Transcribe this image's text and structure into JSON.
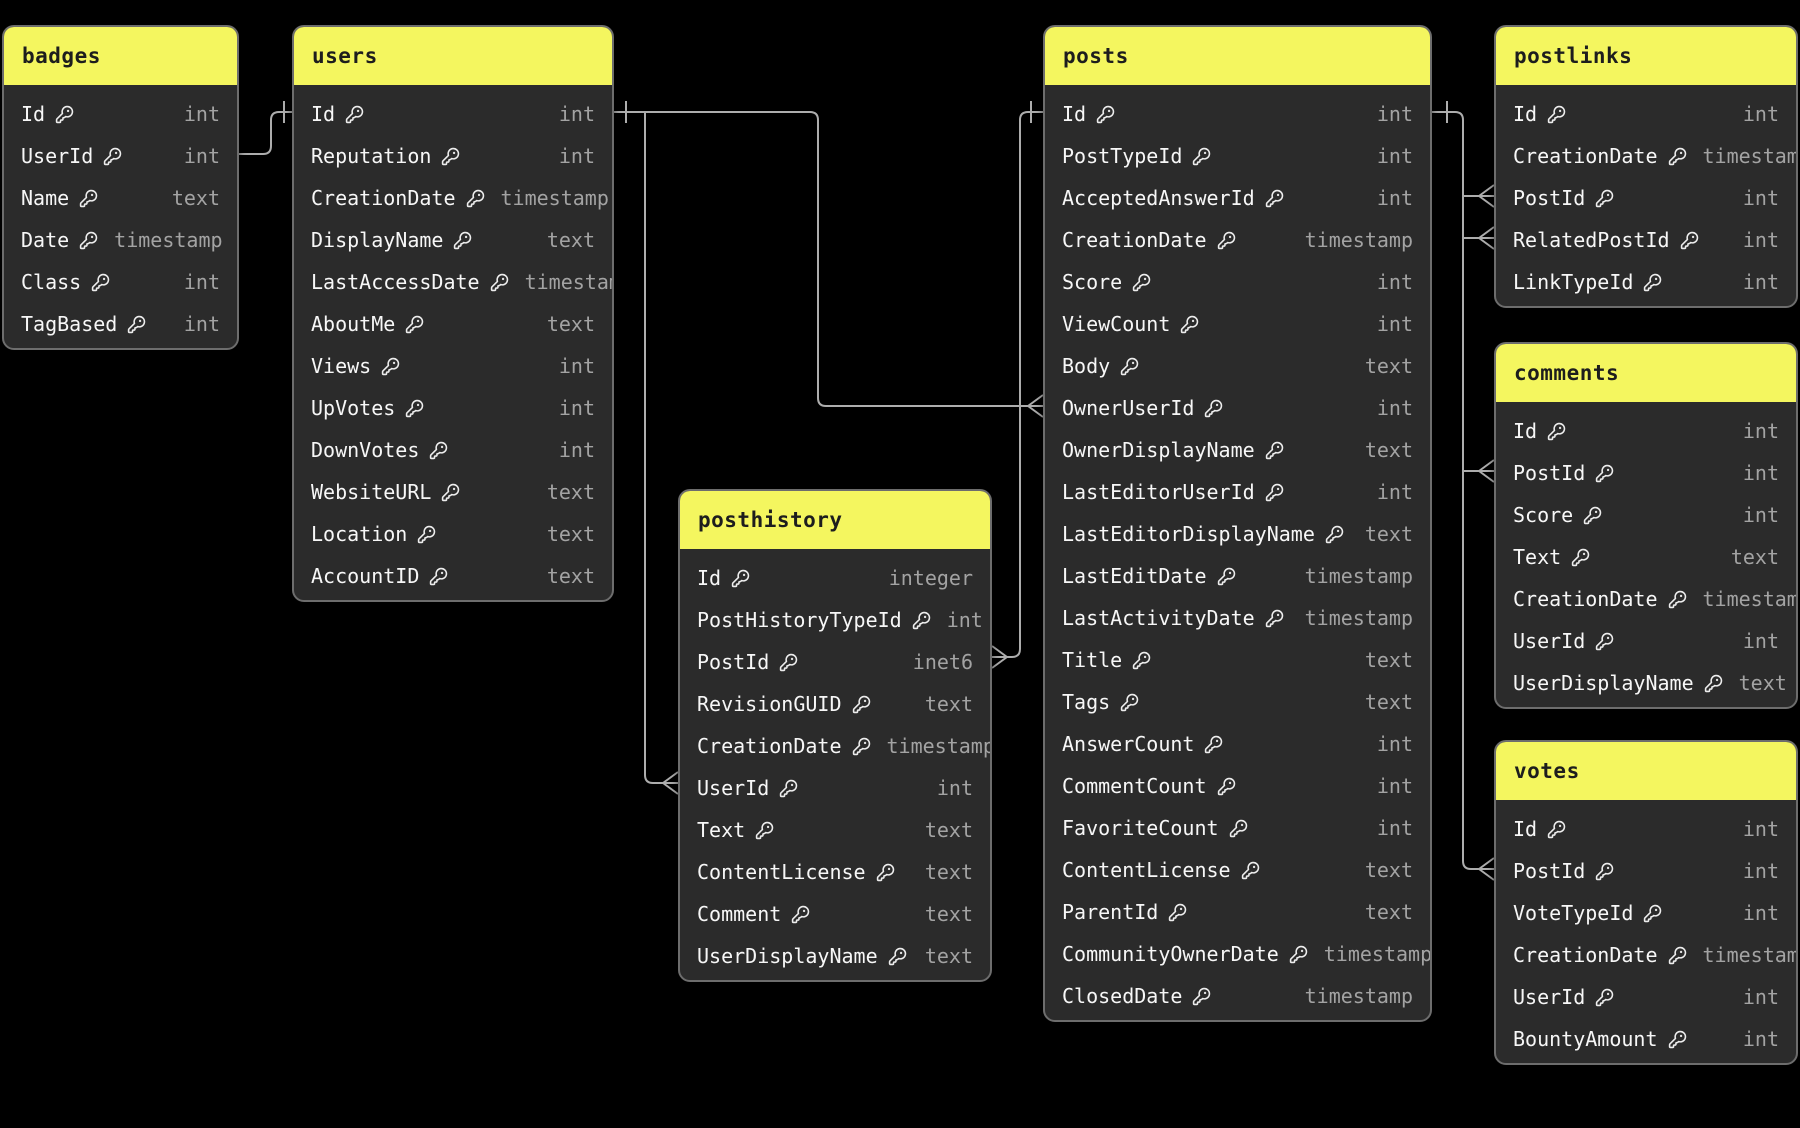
{
  "diagram": {
    "background_color": "#000000",
    "table_header_color": "#F4F65F",
    "table_body_color": "#2B2B2B",
    "table_border_color": "#6D6D6D",
    "field_name_color": "#F7F7F7",
    "field_type_color": "#A3A3A3",
    "relationship_line_color": "#ADADAD",
    "tables": [
      {
        "name": "badges",
        "fields": [
          {
            "name": "Id",
            "type": "int",
            "key": true
          },
          {
            "name": "UserId",
            "type": "int",
            "key": false
          },
          {
            "name": "Name",
            "type": "text",
            "key": false
          },
          {
            "name": "Date",
            "type": "timestamp",
            "key": false
          },
          {
            "name": "Class",
            "type": "int",
            "key": false
          },
          {
            "name": "TagBased",
            "type": "int",
            "key": false
          }
        ]
      },
      {
        "name": "users",
        "fields": [
          {
            "name": "Id",
            "type": "int",
            "key": true
          },
          {
            "name": "Reputation",
            "type": "int",
            "key": false
          },
          {
            "name": "CreationDate",
            "type": "timestamp",
            "key": false
          },
          {
            "name": "DisplayName",
            "type": "text",
            "key": false
          },
          {
            "name": "LastAccessDate",
            "type": "timestamp",
            "key": false
          },
          {
            "name": "AboutMe",
            "type": "text",
            "key": false
          },
          {
            "name": "Views",
            "type": "int",
            "key": false
          },
          {
            "name": "UpVotes",
            "type": "int",
            "key": false
          },
          {
            "name": "DownVotes",
            "type": "int",
            "key": false
          },
          {
            "name": "WebsiteURL",
            "type": "text",
            "key": false
          },
          {
            "name": "Location",
            "type": "text",
            "key": false
          },
          {
            "name": "AccountID",
            "type": "text",
            "key": false
          }
        ]
      },
      {
        "name": "posthistory",
        "fields": [
          {
            "name": "Id",
            "type": "integer",
            "key": true
          },
          {
            "name": "PostHistoryTypeId",
            "type": "int",
            "key": false
          },
          {
            "name": "PostId",
            "type": "inet6",
            "key": false
          },
          {
            "name": "RevisionGUID",
            "type": "text",
            "key": false
          },
          {
            "name": "CreationDate",
            "type": "timestamp",
            "key": false
          },
          {
            "name": "UserId",
            "type": "int",
            "key": false
          },
          {
            "name": "Text",
            "type": "text",
            "key": false
          },
          {
            "name": "ContentLicense",
            "type": "text",
            "key": false
          },
          {
            "name": "Comment",
            "type": "text",
            "key": false
          },
          {
            "name": "UserDisplayName",
            "type": "text",
            "key": false
          }
        ]
      },
      {
        "name": "posts",
        "fields": [
          {
            "name": "Id",
            "type": "int",
            "key": true
          },
          {
            "name": "PostTypeId",
            "type": "int",
            "key": false
          },
          {
            "name": "AcceptedAnswerId",
            "type": "int",
            "key": false
          },
          {
            "name": "CreationDate",
            "type": "timestamp",
            "key": false
          },
          {
            "name": "Score",
            "type": "int",
            "key": false
          },
          {
            "name": "ViewCount",
            "type": "int",
            "key": false
          },
          {
            "name": "Body",
            "type": "text",
            "key": false
          },
          {
            "name": "OwnerUserId",
            "type": "int",
            "key": false
          },
          {
            "name": "OwnerDisplayName",
            "type": "text",
            "key": false
          },
          {
            "name": "LastEditorUserId",
            "type": "int",
            "key": false
          },
          {
            "name": "LastEditorDisplayName",
            "type": "text",
            "key": false
          },
          {
            "name": "LastEditDate",
            "type": "timestamp",
            "key": false
          },
          {
            "name": "LastActivityDate",
            "type": "timestamp",
            "key": false
          },
          {
            "name": "Title",
            "type": "text",
            "key": false
          },
          {
            "name": "Tags",
            "type": "text",
            "key": false
          },
          {
            "name": "AnswerCount",
            "type": "int",
            "key": false
          },
          {
            "name": "CommentCount",
            "type": "int",
            "key": false
          },
          {
            "name": "FavoriteCount",
            "type": "int",
            "key": false
          },
          {
            "name": "ContentLicense",
            "type": "text",
            "key": false
          },
          {
            "name": "ParentId",
            "type": "text",
            "key": false
          },
          {
            "name": "CommunityOwnerDate",
            "type": "timestamp",
            "key": false
          },
          {
            "name": "ClosedDate",
            "type": "timestamp",
            "key": false
          }
        ]
      },
      {
        "name": "postlinks",
        "fields": [
          {
            "name": "Id",
            "type": "int",
            "key": false
          },
          {
            "name": "CreationDate",
            "type": "timestamp",
            "key": false
          },
          {
            "name": "PostId",
            "type": "int",
            "key": false
          },
          {
            "name": "RelatedPostId",
            "type": "int",
            "key": false
          },
          {
            "name": "LinkTypeId",
            "type": "int",
            "key": false
          }
        ]
      },
      {
        "name": "comments",
        "fields": [
          {
            "name": "Id",
            "type": "int",
            "key": false
          },
          {
            "name": "PostId",
            "type": "int",
            "key": false
          },
          {
            "name": "Score",
            "type": "int",
            "key": false
          },
          {
            "name": "Text",
            "type": "text",
            "key": false
          },
          {
            "name": "CreationDate",
            "type": "timestamp",
            "key": false
          },
          {
            "name": "UserId",
            "type": "int",
            "key": false
          },
          {
            "name": "UserDisplayName",
            "type": "text",
            "key": false
          }
        ]
      },
      {
        "name": "votes",
        "fields": [
          {
            "name": "Id",
            "type": "int",
            "key": false
          },
          {
            "name": "PostId",
            "type": "int",
            "key": false
          },
          {
            "name": "VoteTypeId",
            "type": "int",
            "key": false
          },
          {
            "name": "CreationDate",
            "type": "timestamp",
            "key": false
          },
          {
            "name": "UserId",
            "type": "int",
            "key": false
          },
          {
            "name": "BountyAmount",
            "type": "int",
            "key": false
          }
        ]
      }
    ],
    "relationships": [
      {
        "from": "badges.UserId",
        "to": "users.Id",
        "from_cardinality": "none",
        "to_cardinality": "one"
      },
      {
        "from": "users.Id",
        "to": "posts.OwnerUserId",
        "from_cardinality": "one",
        "to_cardinality": "many"
      },
      {
        "from": "users.Id",
        "to": "posthistory.UserId",
        "from_cardinality": "one",
        "to_cardinality": "many"
      },
      {
        "from": "posts.Id",
        "to": "posthistory.PostId",
        "from_cardinality": "one",
        "to_cardinality": "many"
      },
      {
        "from": "posts.Id",
        "to": "postlinks.PostId",
        "from_cardinality": "one",
        "to_cardinality": "many"
      },
      {
        "from": "posts.Id",
        "to": "postlinks.RelatedPostId",
        "from_cardinality": "one",
        "to_cardinality": "many"
      },
      {
        "from": "posts.Id",
        "to": "comments.PostId",
        "from_cardinality": "one",
        "to_cardinality": "many"
      },
      {
        "from": "posts.Id",
        "to": "votes.PostId",
        "from_cardinality": "one",
        "to_cardinality": "many"
      }
    ]
  }
}
